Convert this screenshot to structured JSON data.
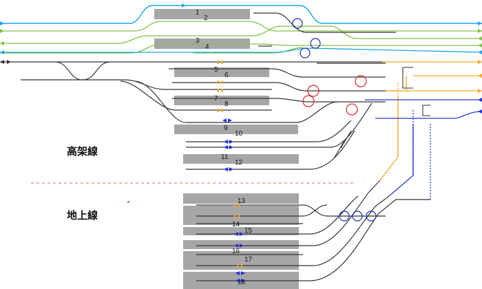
{
  "areas": {
    "elevated_label": "高架線",
    "ground_label": "地上線"
  },
  "tracks": [
    {
      "id": "1",
      "label": "1"
    },
    {
      "id": "2",
      "label": "2"
    },
    {
      "id": "3",
      "label": "3"
    },
    {
      "id": "4",
      "label": "4"
    },
    {
      "id": "5",
      "label": "5"
    },
    {
      "id": "6",
      "label": "6"
    },
    {
      "id": "7",
      "label": "7"
    },
    {
      "id": "8",
      "label": "8"
    },
    {
      "id": "9",
      "label": "9"
    },
    {
      "id": "10",
      "label": "10"
    },
    {
      "id": "11",
      "label": "11"
    },
    {
      "id": "12",
      "label": "12"
    },
    {
      "id": "13",
      "label": "13"
    },
    {
      "id": "14",
      "label": "14"
    },
    {
      "id": "15",
      "label": "15"
    },
    {
      "id": "16",
      "label": "16"
    },
    {
      "id": "17",
      "label": "17"
    },
    {
      "id": "18",
      "label": "18"
    }
  ],
  "colors": {
    "line_blue": "#1aa3e8",
    "line_green": "#7dc242",
    "line_orange": "#f5a623",
    "line_dark_blue": "#2233dd",
    "track_gray": "#333333",
    "platform_gray": "#a6a6a6",
    "circle_blue": "#1a2bb8",
    "circle_red": "#dd2222",
    "divider_red": "#f08080"
  }
}
